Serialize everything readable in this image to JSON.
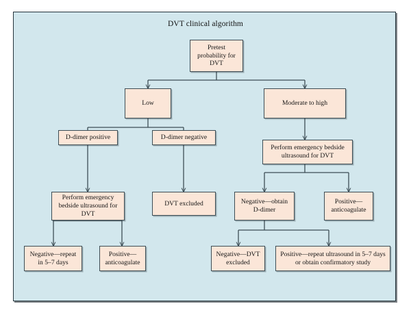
{
  "figure": {
    "title": "DVT clinical algorithm",
    "background_color": "#d2e7ed",
    "node_fill_color": "#fbe6d8",
    "node_border_color": "#3d4d55",
    "frame_border_color": "#24333b",
    "connector_color": "#3d4d55"
  },
  "chart_data": {
    "type": "diagram",
    "title": "DVT clinical algorithm",
    "nodes": [
      {
        "id": "pretest",
        "label": "Pretest probability for DVT"
      },
      {
        "id": "low",
        "label": "Low"
      },
      {
        "id": "modhigh",
        "label": "Moderate to high"
      },
      {
        "id": "ddimer_pos",
        "label": "D-dimer positive"
      },
      {
        "id": "ddimer_neg",
        "label": "D-dimer negative"
      },
      {
        "id": "us_right",
        "label": "Perform emergency bedside ultrasound for DVT"
      },
      {
        "id": "us_left",
        "label": "Perform emergency bedside ultrasound for DVT"
      },
      {
        "id": "dvt_excluded",
        "label": "DVT excluded"
      },
      {
        "id": "neg_obtain",
        "label": "Negative—obtain D-dimer"
      },
      {
        "id": "pos_anticoag_r",
        "label": "Positive—anticoagulate"
      },
      {
        "id": "neg_repeat",
        "label": "Negative—repeat in 5–7 days"
      },
      {
        "id": "pos_anticoag_l",
        "label": "Positive—anticoagulate"
      },
      {
        "id": "neg_dvt_excl",
        "label": "Negative—DVT excluded"
      },
      {
        "id": "pos_repeat_us",
        "label": "Positive—repeat ultrasound in 5–7 days or obtain confirmatory study"
      }
    ],
    "edges": [
      {
        "from": "pretest",
        "to": "low"
      },
      {
        "from": "pretest",
        "to": "modhigh"
      },
      {
        "from": "low",
        "to": "ddimer_pos"
      },
      {
        "from": "low",
        "to": "ddimer_neg"
      },
      {
        "from": "ddimer_pos",
        "to": "us_left"
      },
      {
        "from": "ddimer_neg",
        "to": "dvt_excluded"
      },
      {
        "from": "us_left",
        "to": "neg_repeat"
      },
      {
        "from": "us_left",
        "to": "pos_anticoag_l"
      },
      {
        "from": "modhigh",
        "to": "us_right"
      },
      {
        "from": "us_right",
        "to": "neg_obtain"
      },
      {
        "from": "us_right",
        "to": "pos_anticoag_r"
      },
      {
        "from": "neg_obtain",
        "to": "neg_dvt_excl"
      },
      {
        "from": "neg_obtain",
        "to": "pos_repeat_us"
      }
    ]
  }
}
